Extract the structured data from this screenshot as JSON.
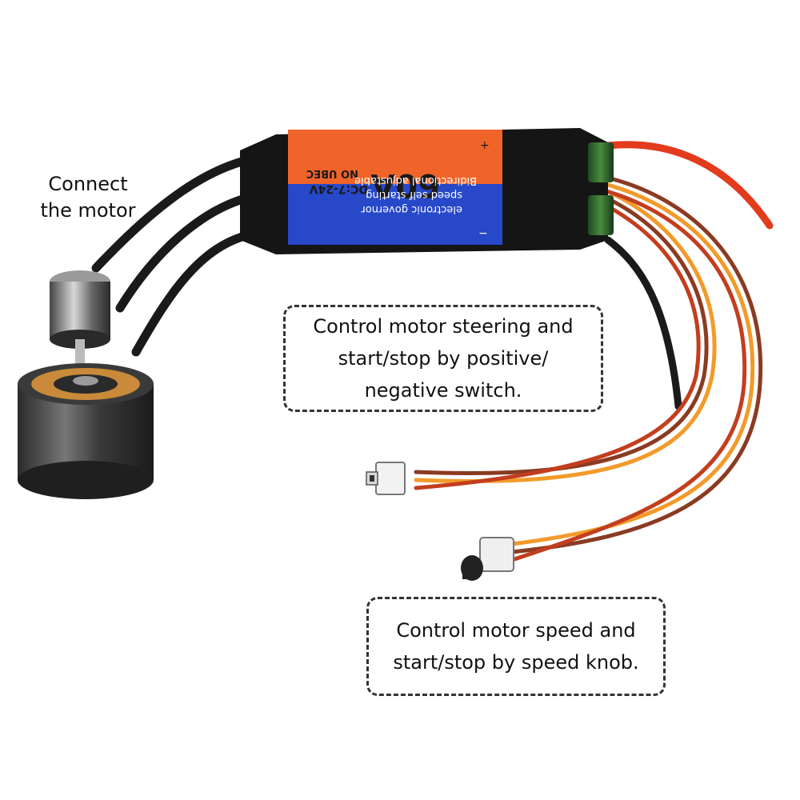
{
  "labels": {
    "connect_line1": "Connect",
    "connect_line2": "the motor"
  },
  "callouts": {
    "steering": {
      "line1": "Control motor steering and",
      "line2": "start/stop by positive/",
      "line3": "negative switch."
    },
    "speed": {
      "line1": "Control motor speed and",
      "line2": "start/stop by speed knob."
    }
  },
  "esc_label": {
    "rating": "60A",
    "voltage": "DC:7-24V",
    "bec": "NO UBEC",
    "line1": "electronic governor",
    "line2": "speed self starting",
    "line3": "Bidirectional adjustable",
    "plus": "+",
    "minus": "−"
  },
  "colors": {
    "label_orange": "#f0642a",
    "label_blue": "#2748c8",
    "wire_red": "#e23b1d",
    "wire_orange": "#f29a2a",
    "wire_brown": "#8a3b22",
    "wire_black": "#1a1a1a"
  }
}
